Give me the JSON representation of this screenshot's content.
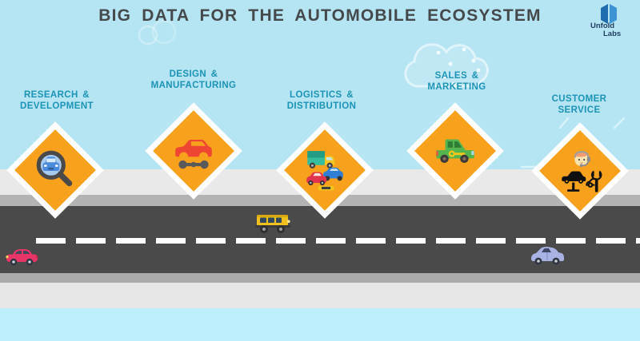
{
  "title": "BIG DATA FOR THE AUTOMOBILE ECOSYSTEM",
  "logo": {
    "line1": "Unfold",
    "line2": "Labs"
  },
  "stages": [
    {
      "label_line1": "RESEARCH &",
      "label_line2": "DEVELOPMENT",
      "icon": "magnifier-car-icon"
    },
    {
      "label_line1": "DESIGN &",
      "label_line2": "MANUFACTURING",
      "icon": "car-chassis-assembly-icon"
    },
    {
      "label_line1": "LOGISTICS &",
      "label_line2": "DISTRIBUTION",
      "icon": "delivery-truck-cars-icon"
    },
    {
      "label_line1": "SALES &",
      "label_line2": "MARKETING",
      "icon": "pickup-with-key-icon"
    },
    {
      "label_line1": "CUSTOMER",
      "label_line2": "SERVICE",
      "icon": "support-agent-repair-icon"
    }
  ],
  "road_vehicles": [
    {
      "name": "pink-car",
      "direction": "left",
      "color": "#E73568"
    },
    {
      "name": "yellow-jeep",
      "direction": "right",
      "color": "#EFC01E"
    },
    {
      "name": "blue-car",
      "direction": "right",
      "color": "#A9B3E3"
    }
  ],
  "colors": {
    "sky": "#B5E5F3",
    "sky_bottom": "#BCEEFB",
    "band_light": "#E9E9E9",
    "band_mid": "#B3B3B3",
    "road": "#4A4A4A",
    "diamond_fill": "#F7A11C",
    "diamond_border": "#FFFFFF",
    "label_text": "#1B93B6",
    "title_text": "#45494C",
    "logo_blue": "#2B7BC0",
    "logo_text": "#1E3C5E"
  }
}
